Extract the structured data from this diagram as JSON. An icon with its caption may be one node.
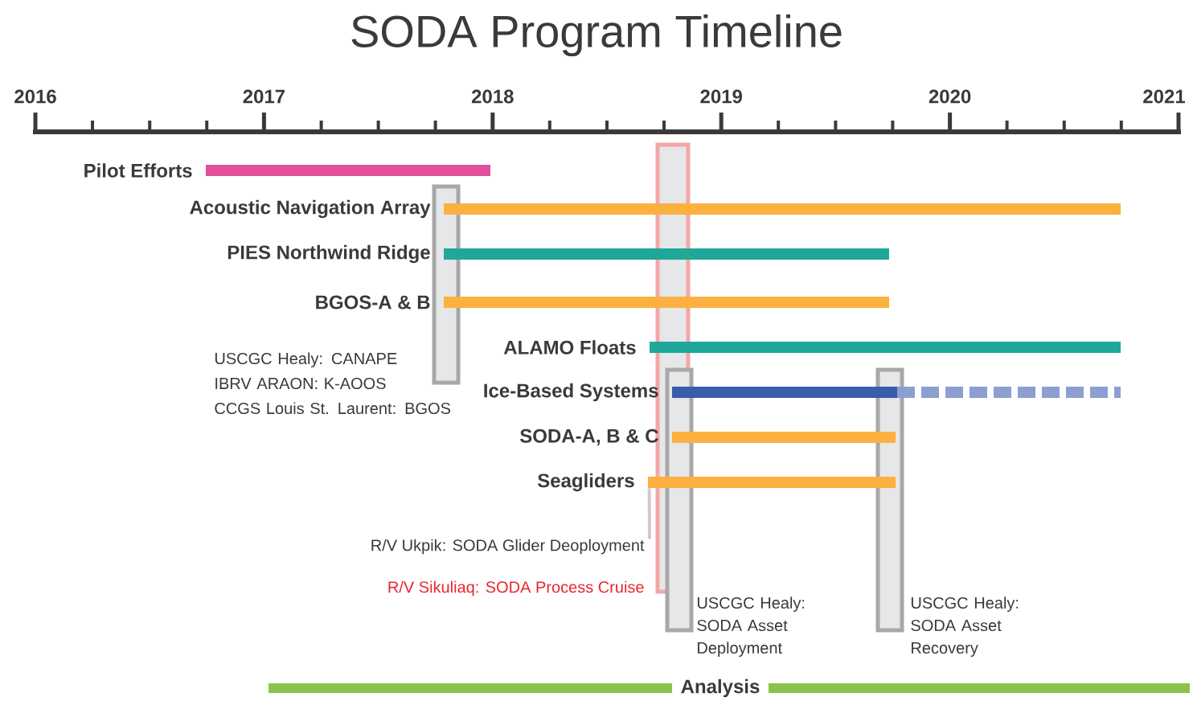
{
  "diagram": {
    "title": "SODA Program Timeline",
    "nodes": [
      {
        "text": [
          "Pilot Efforts"
        ]
      },
      {
        "text": [
          "Acoustic Navigation Array"
        ]
      },
      {
        "text": [
          "PIES Northwind Ridge"
        ]
      },
      {
        "text": [
          "BGOS-A & B"
        ]
      },
      {
        "text": [
          "USCGC Healy: CANAPE",
          "IBRV ARAON: K-AOOS",
          "CCGS Louis St. Laurent: BGOS"
        ]
      },
      {
        "text": [
          "R/V Sikuliaq: SODA Process Cruise"
        ]
      },
      {
        "text": [
          "ALAMO Floats"
        ]
      },
      {
        "text": [
          "Ice-Based Systems"
        ]
      },
      {
        "text": [
          "SODA-A, B & C"
        ]
      },
      {
        "text": [
          "Seagliders"
        ]
      },
      {
        "text": [
          "R/V Ukpik: SODA Glider Deoployment"
        ]
      },
      {
        "text": [
          "USCGC Healy: SODA Asset Deployment"
        ]
      },
      {
        "text": [
          "USCGC Healy: SODA Asset Recovery"
        ]
      },
      {
        "text": [
          "Analysis"
        ]
      }
    ],
    "edges": [
      {
        "from": 10,
        "to": 9,
        "arrow": "none"
      }
    ],
    "labels": [
      "2016",
      "2017",
      "2018",
      "2019",
      "2020",
      "2021"
    ]
  }
}
